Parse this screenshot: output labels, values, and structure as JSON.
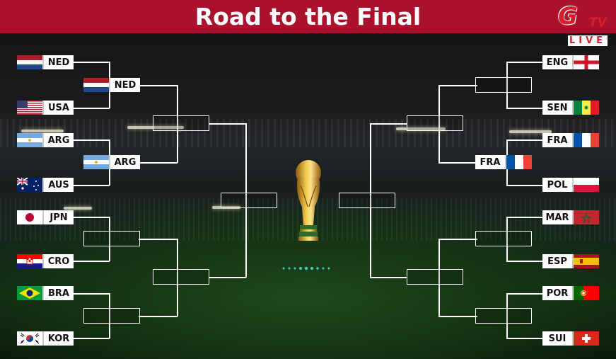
{
  "header": {
    "title": "Road to the Final"
  },
  "logo": {
    "letter": "G",
    "suffix": "TV",
    "live_label": "LIVE",
    "color": "#d81e2c"
  },
  "colors": {
    "header": "#a9112c",
    "bracket": "#ffffff"
  },
  "left_bracket": {
    "round_of_16": [
      "NED",
      "USA",
      "ARG",
      "AUS",
      "JPN",
      "CRO",
      "BRA",
      "KOR"
    ],
    "quarterfinal_entries": [
      "NED",
      "ARG",
      "",
      ""
    ],
    "semifinal_entries": [
      "",
      ""
    ],
    "final_entry": ""
  },
  "right_bracket": {
    "round_of_16": [
      "ENG",
      "SEN",
      "FRA",
      "POL",
      "MAR",
      "ESP",
      "POR",
      "SUI"
    ],
    "quarterfinal_entries": [
      "",
      "FRA",
      "",
      ""
    ],
    "semifinal_entries": [
      "",
      ""
    ],
    "final_entry": ""
  },
  "teams": {
    "ned": "NED",
    "usa": "USA",
    "arg": "ARG",
    "aus": "AUS",
    "jpn": "JPN",
    "cro": "CRO",
    "bra": "BRA",
    "kor": "KOR",
    "eng": "ENG",
    "sen": "SEN",
    "fra": "FRA",
    "pol": "POL",
    "mar": "MAR",
    "esp": "ESP",
    "por": "POR",
    "sui": "SUI"
  },
  "center": {
    "icon": "world-cup-trophy-icon"
  }
}
